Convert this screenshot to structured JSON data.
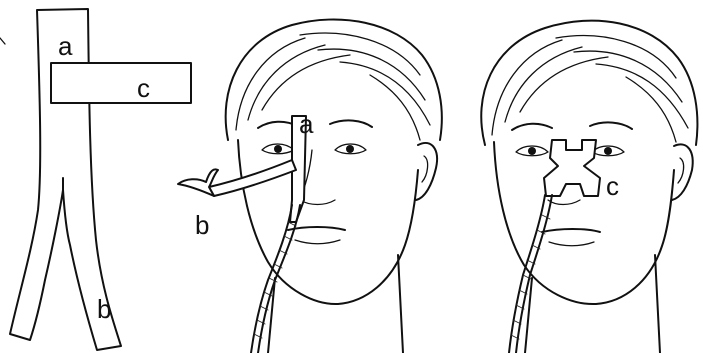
{
  "labels": {
    "strip_top": "a",
    "strip_cross": "c",
    "strip_leg": "b",
    "face1_nose": "a",
    "face1_tube": "b",
    "face2_tape": "c"
  }
}
